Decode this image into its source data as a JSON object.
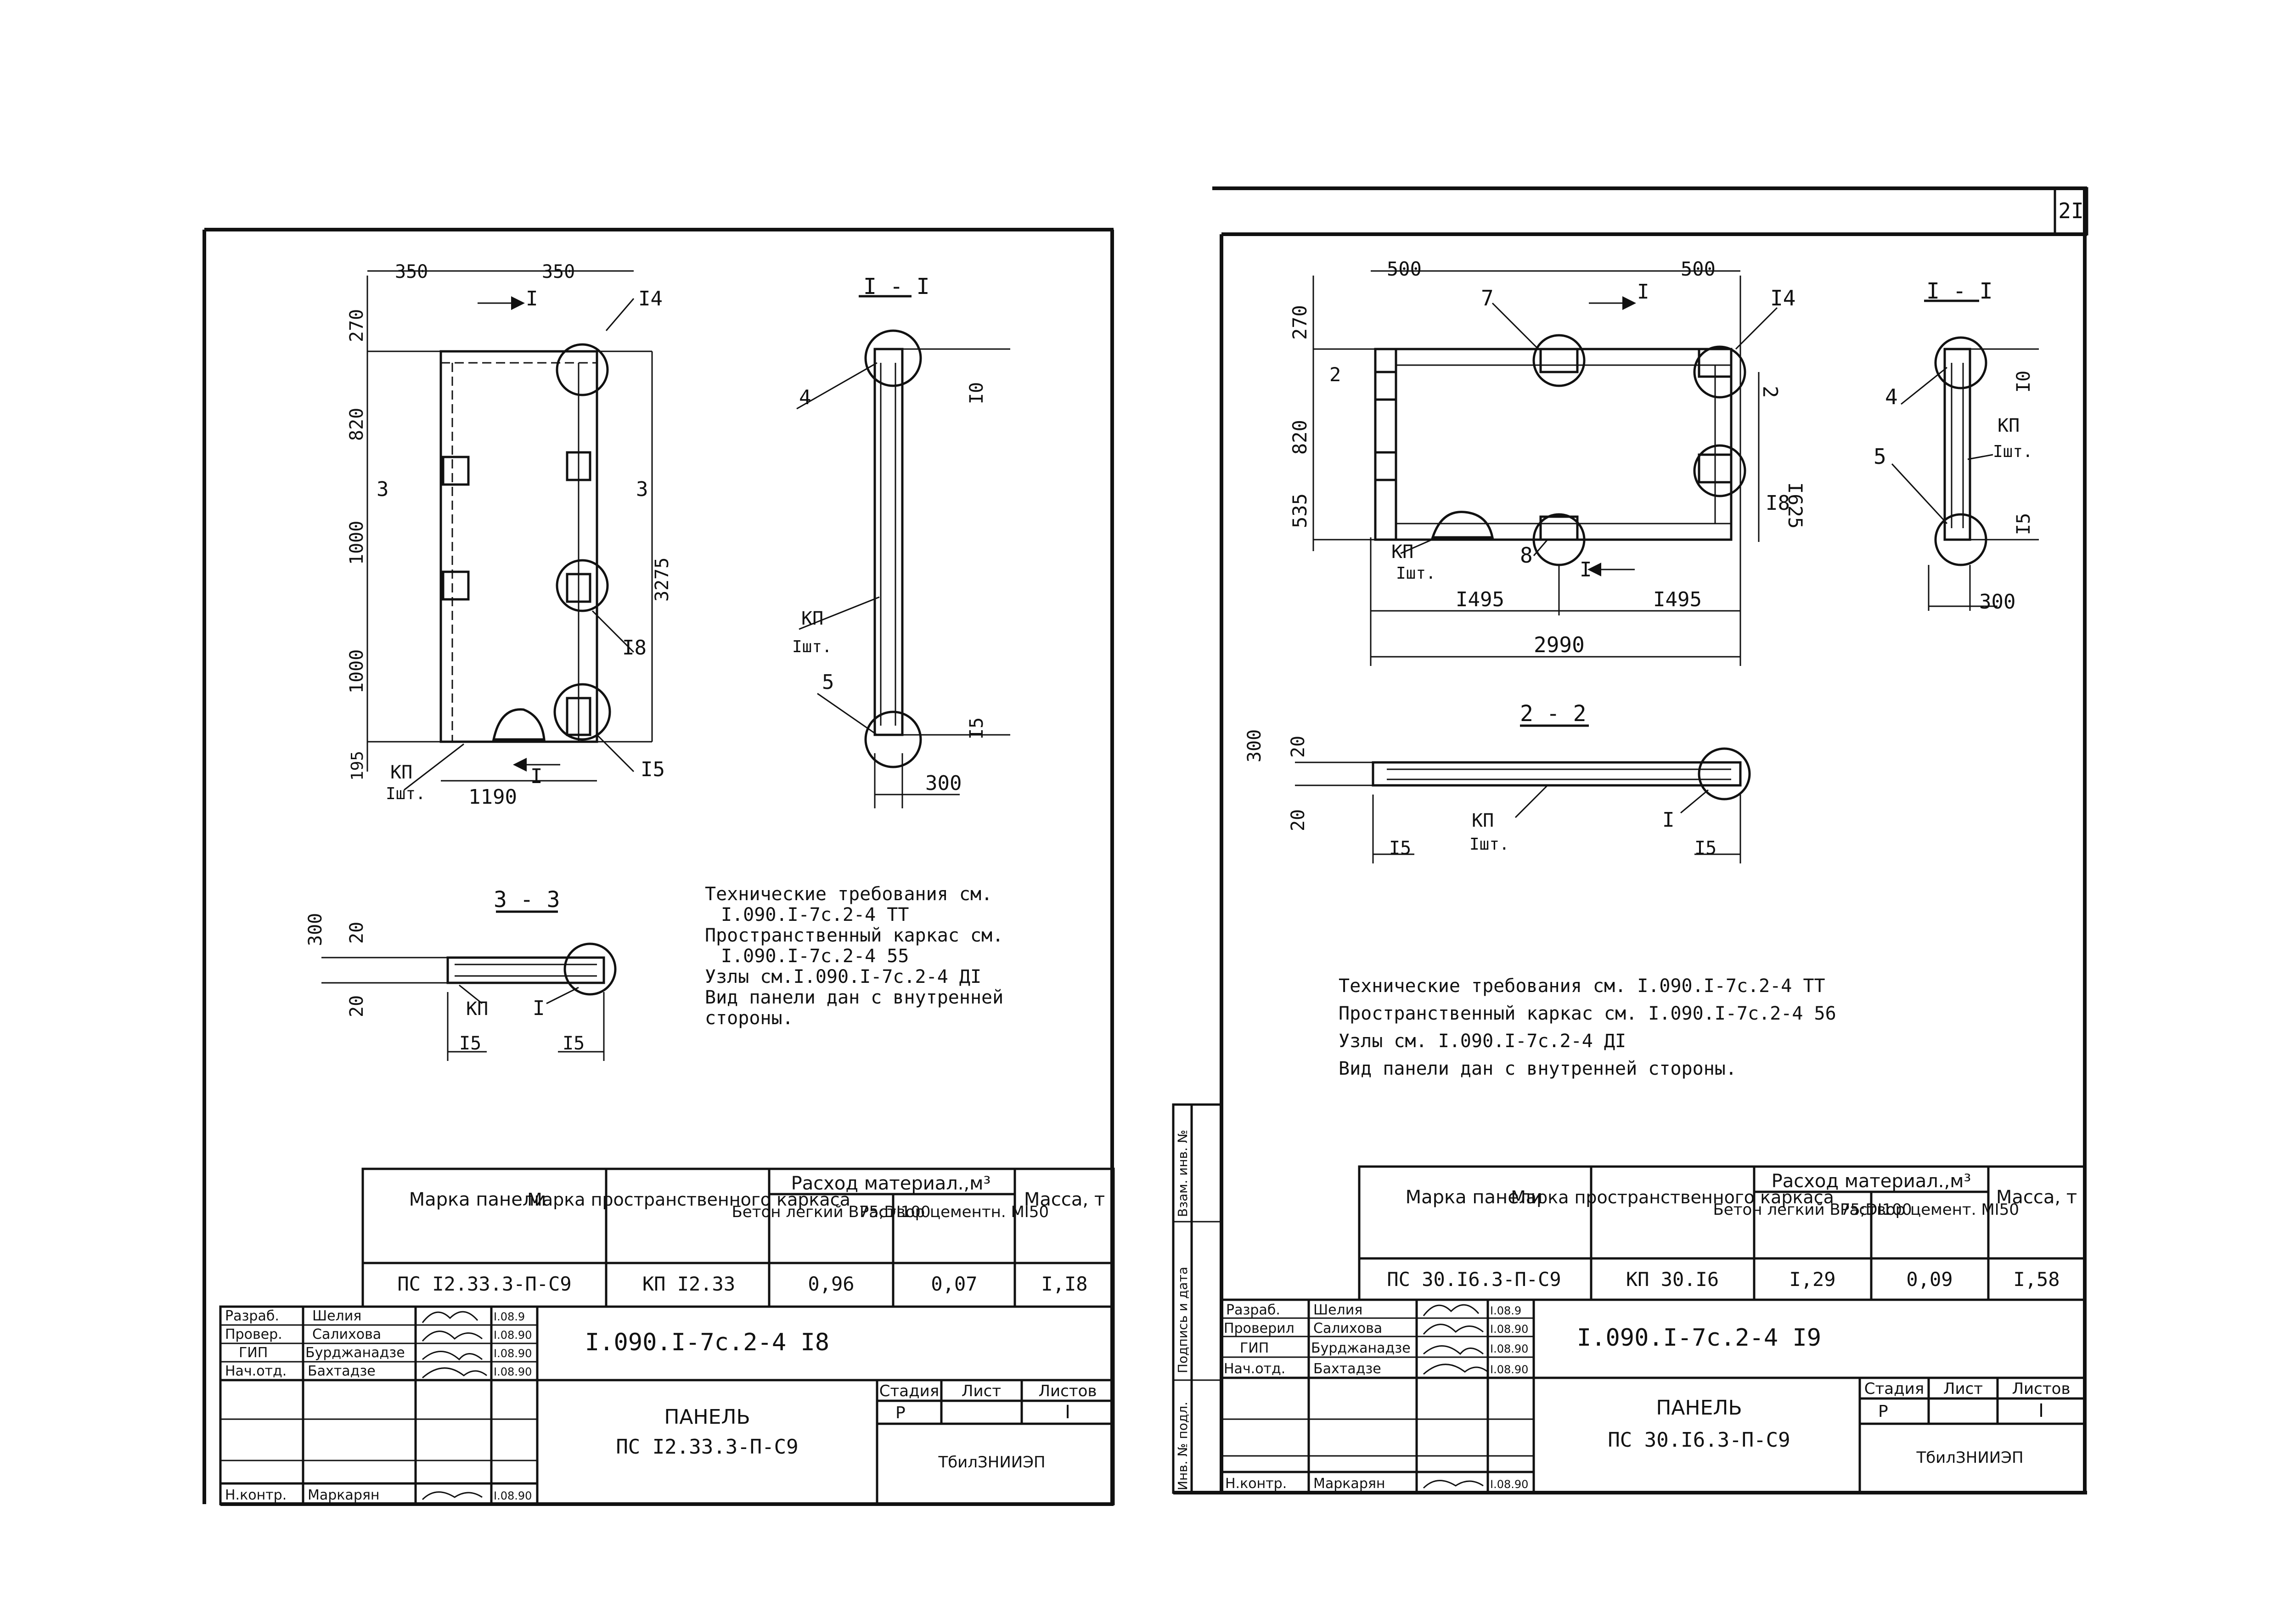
{
  "sheet_left": {
    "drawing": {
      "dims": {
        "top_l": "350",
        "top_r": "350",
        "d270": "270",
        "d820": "820",
        "d1000a": "1000",
        "d1000b": "1000",
        "d195": "195",
        "d3275": "3275",
        "d1190": "1190"
      },
      "cuts": {
        "cut1": "I",
        "cut1b": "I",
        "cut3a": "3",
        "cut3b": "3"
      },
      "marks": {
        "m14": "I4",
        "m18": "I8",
        "m15": "I5",
        "kp": "КП",
        "kp_qty": "Iшт."
      }
    },
    "section_1": {
      "title": "I - I",
      "d10": "I0",
      "d15": "I5",
      "d300": "300",
      "m4": "4",
      "m5": "5",
      "kp": "КП",
      "kp_qty": "Iшт."
    },
    "section_3": {
      "title": "3 - 3",
      "d300": "300",
      "d20a": "20",
      "d20b": "20",
      "d15a": "I5",
      "d15b": "I5",
      "kp": "КП",
      "cut": "I"
    },
    "notes": [
      "Технические требования см.",
      "I.090.I-7с.2-4 ТТ",
      "Пространственный каркас см.",
      "I.090.I-7с.2-4 55",
      "Узлы см.I.090.I-7с.2-4 ДI",
      "Вид панели дан с внутренней",
      "стороны."
    ],
    "spec": {
      "h_mark": "Марка панели",
      "h_frame": "Марка пространственного каркаса",
      "h_cons": "Расход материал.,м³",
      "h_concrete": "Бетон легкий В75;DI100",
      "h_mortar": "Раствор цементн. МI50",
      "h_mass": "Масса, т",
      "row": {
        "mark": "ПС I2.33.3-П-С9",
        "frame": "КП I2.33",
        "concrete": "0,96",
        "mortar": "0,07",
        "mass": "I,I8"
      }
    },
    "title_block": {
      "designation": "I.090.I-7с.2-4 I8",
      "name_1": "ПАНЕЛЬ",
      "name_2": "ПС I2.33.3-П-С9",
      "stage_h": "Стадия",
      "sheet_h": "Лист",
      "sheets_h": "Листов",
      "stage": "Р",
      "sheet": "",
      "sheets": "I",
      "org": "ТбилЗНИИЭП",
      "roles": [
        {
          "role": "Разраб.",
          "name": "Шелия",
          "date": "I.08.9"
        },
        {
          "role": "Провер.",
          "name": "Салихова",
          "date": "I.08.90"
        },
        {
          "role": "ГИП",
          "name": "Бурджанадзе",
          "date": "I.08.90"
        },
        {
          "role": "Нач.отд.",
          "name": "Бахтадзе",
          "date": "I.08.90"
        },
        {
          "role": "",
          "name": "",
          "date": ""
        },
        {
          "role": "",
          "name": "",
          "date": ""
        },
        {
          "role": "Н.контр.",
          "name": "Маркарян",
          "date": "I.08.90"
        }
      ]
    }
  },
  "sheet_right": {
    "page_number": "2I",
    "drawing": {
      "dims": {
        "top_l": "500",
        "top_r": "500",
        "d270": "270",
        "d2": "2",
        "d820": "820",
        "d535": "535",
        "d1625": "I625",
        "d1495a": "I495",
        "d1495b": "I495",
        "d2990": "2990"
      },
      "cuts": {
        "cut1a": "I",
        "cut1b": "I",
        "cut2": "2"
      },
      "marks": {
        "m7": "7",
        "m8": "8",
        "m14": "I4",
        "m18": "I8",
        "kp": "КП",
        "kp_qty": "Iшт."
      }
    },
    "section_1": {
      "title": "I - I",
      "d10": "I0",
      "d15": "I5",
      "d300": "300",
      "m4": "4",
      "m5": "5",
      "kp": "КП",
      "kp_qty": "Iшт."
    },
    "section_2": {
      "title": "2 - 2",
      "d300": "300",
      "d20a": "20",
      "d20b": "20",
      "d15a": "I5",
      "d15b": "I5",
      "kp": "КП",
      "kp_qty": "Iшт.",
      "cut": "I"
    },
    "notes": [
      "Технические требования см. I.090.I-7с.2-4 ТТ",
      "Пространственный каркас см. I.090.I-7с.2-4 56",
      "Узлы см. I.090.I-7с.2-4 ДI",
      "Вид панели дан с внутренней стороны."
    ],
    "side_labels": [
      "Взам. инв. №",
      "Подпись и дата",
      "Инв. № подл."
    ],
    "spec": {
      "h_mark": "Марка панели",
      "h_frame": "Марка пространственного каркаса",
      "h_cons": "Расход материал.,м³",
      "h_concrete": "Бетон легкий В75;DI100",
      "h_mortar": "Раствор цемент. МI50",
      "h_mass": "Масса, т",
      "row": {
        "mark": "ПС 30.I6.3-П-С9",
        "frame": "КП 30.I6",
        "concrete": "I,29",
        "mortar": "0,09",
        "mass": "I,58"
      }
    },
    "title_block": {
      "designation": "I.090.I-7с.2-4 I9",
      "name_1": "ПАНЕЛЬ",
      "name_2": "ПС 30.I6.3-П-С9",
      "stage_h": "Стадия",
      "sheet_h": "Лист",
      "sheets_h": "Листов",
      "stage": "Р",
      "sheet": "",
      "sheets": "I",
      "org": "ТбилЗНИИЭП",
      "roles": [
        {
          "role": "Разраб.",
          "name": "Шелия",
          "date": "I.08.9"
        },
        {
          "role": "Проверил",
          "name": "Салихова",
          "date": "I.08.90"
        },
        {
          "role": "ГИП",
          "name": "Бурджанадзе",
          "date": "I.08.90"
        },
        {
          "role": "Нач.отд.",
          "name": "Бахтадзе",
          "date": "I.08.90"
        },
        {
          "role": "",
          "name": "",
          "date": ""
        },
        {
          "role": "",
          "name": "",
          "date": ""
        },
        {
          "role": "Н.контр.",
          "name": "Маркарян",
          "date": "I.08.90"
        }
      ]
    }
  }
}
